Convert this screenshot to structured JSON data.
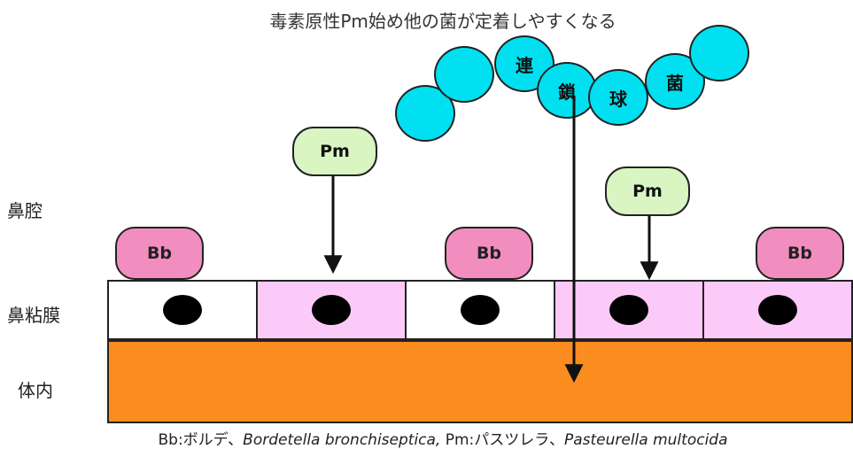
{
  "title": "毒素原性Pm始め他の菌が定着しやすくなる",
  "labels": {
    "nasal_cavity": "鼻腔",
    "nasal_mucosa": "鼻粘膜",
    "body_interior": "体内"
  },
  "chain_text": [
    "連",
    "鎖",
    "球",
    "菌"
  ],
  "bb_label": "Bb",
  "pm_label": "Pm",
  "caption": {
    "bb_abbrev": "Bb:ボルデ、",
    "bb_species": "Bordetella bronchiseptica,",
    "pm_abbrev": " Pm:パスツレラ、",
    "pm_species": "Pasteurella multocida"
  },
  "colors": {
    "bb_fill": "#f28dbf",
    "pm_fill": "#d8f5c2",
    "coccus_fill": "#00e0f0",
    "pink_cell": "#fccaf8",
    "white_cell": "#ffffff",
    "body_fill": "#fb8c1f",
    "nucleus": "#000000"
  },
  "cell_pattern": [
    "white",
    "pink",
    "white",
    "pink",
    "pink"
  ]
}
